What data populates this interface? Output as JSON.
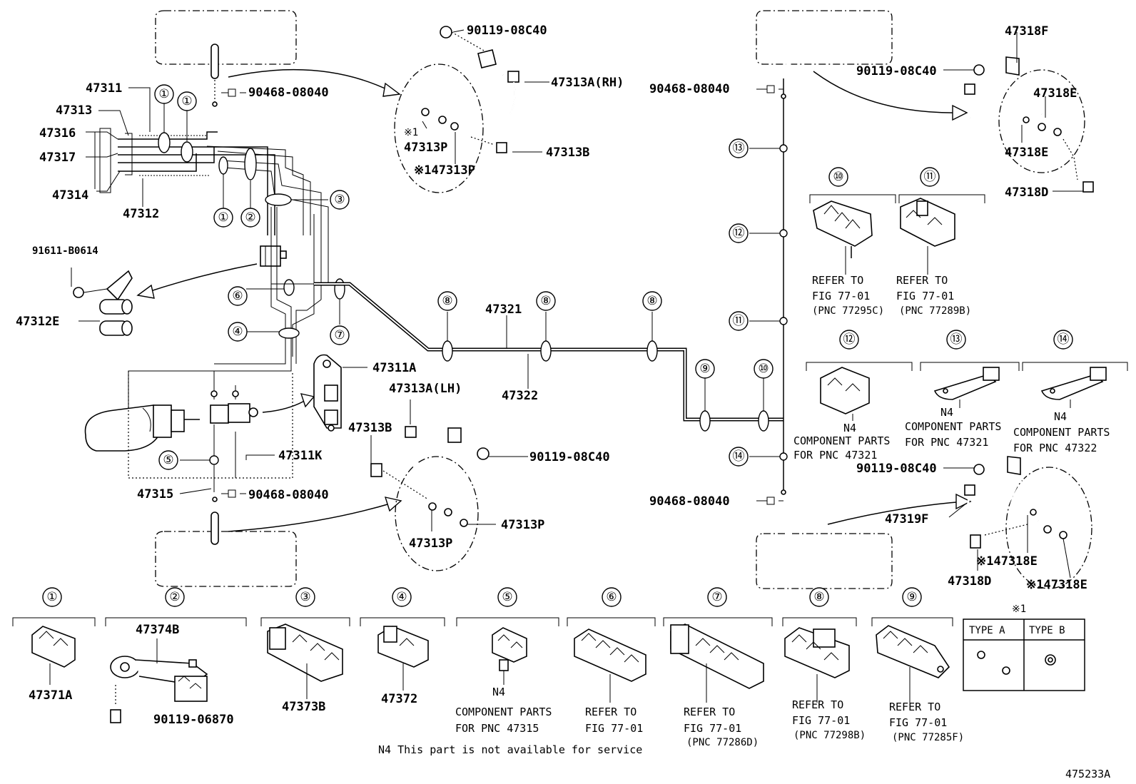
{
  "footnote": "N4 This part is not available for service",
  "figure_code": "475233A",
  "part_labels": {
    "p47311": "47311",
    "p47313": "47313",
    "p47316": "47316",
    "p47317": "47317",
    "p47314": "47314",
    "p47312": "47312",
    "p91611": "91611-B0614",
    "p47312E": "47312E",
    "p47311A": "47311A",
    "p47311K": "47311K",
    "p47315": "47315",
    "p47321": "47321",
    "p47322": "47322",
    "p90468_a": "90468-08040",
    "p90468_b": "90468-08040",
    "p90468_c": "90468-08040",
    "p90468_d": "90468-08040",
    "p90119_a": "90119-08C40",
    "p90119_b": "90119-08C40",
    "p90119_c": "90119-08C40",
    "p90119_d": "90119-08C40",
    "p47313A_RH": "47313A(RH)",
    "p47313B_a": "47313B",
    "p47313P_a": "47313P",
    "p47313P_mark_a": "※1",
    "p47313P_b": "※147313P",
    "p47313A_LH": "47313A(LH)",
    "p47313B_b": "47313B",
    "p47313P_c": "47313P",
    "p47313P_d": "47313P",
    "p47318F": "47318F",
    "p47318E_a": "47318E",
    "p47318E_b": "47318E",
    "p47318D_a": "47318D",
    "p47319F": "47319F",
    "p47318E_c": "※147318E",
    "p47318D_b": "47318D",
    "p47318E_d": "※147318E"
  },
  "callouts": [
    "①",
    "②",
    "③",
    "④",
    "⑤",
    "⑥",
    "⑦",
    "⑧",
    "⑨",
    "⑩",
    "⑪",
    "⑫",
    "⑬",
    "⑭"
  ],
  "upper_clips": {
    "c10": {
      "ref1": "REFER TO",
      "ref2": "FIG 77-01",
      "ref3": "(PNC 77295C)"
    },
    "c11": {
      "ref1": "REFER TO",
      "ref2": "FIG 77-01",
      "ref3": "(PNC 77289B)"
    },
    "c12": {
      "n4": "N4",
      "t1": "COMPONENT PARTS",
      "t2": "FOR PNC 47321"
    },
    "c13": {
      "n4": "N4",
      "t1": "COMPONENT PARTS",
      "t2": "FOR PNC 47321"
    },
    "c14": {
      "n4": "N4",
      "t1": "COMPONENT PARTS",
      "t2": "FOR PNC 47322"
    }
  },
  "bottom_clips": {
    "b1": {
      "part": "47371A"
    },
    "b2": {
      "part": "47374B",
      "bolt": "90119-06870"
    },
    "b3": {
      "part": "47373B"
    },
    "b4": {
      "part": "47372"
    },
    "b5": {
      "n4": "N4",
      "t1": "COMPONENT PARTS",
      "t2": "FOR PNC 47315"
    },
    "b6": {
      "ref1": "REFER TO",
      "ref2": "FIG 77-01"
    },
    "b7": {
      "ref1": "REFER TO",
      "ref2": "FIG 77-01",
      "ref3": "(PNC 77286D)"
    },
    "b8": {
      "ref1": "REFER TO",
      "ref2": "FIG 77-01",
      "ref3": "(PNC 77298B)"
    },
    "b9": {
      "ref1": "REFER TO",
      "ref2": "FIG 77-01",
      "ref3": "(PNC 77285F)"
    }
  },
  "type_table": {
    "mark": "※1",
    "type_a": "TYPE A",
    "type_b": "TYPE B"
  }
}
